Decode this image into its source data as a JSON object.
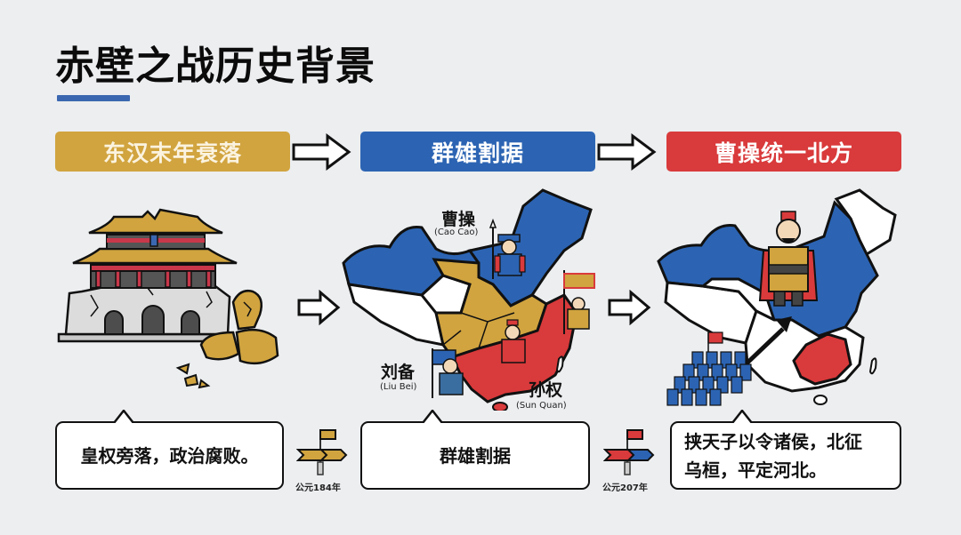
{
  "title": "赤壁之战历史背景",
  "colors": {
    "background": "#eceef0",
    "accent_underline": "#3b67b0",
    "gold": "#d1a43f",
    "blue": "#2c64b3",
    "red": "#d93a3b",
    "outline": "#111111"
  },
  "stages": [
    {
      "header": "东汉末年衰落",
      "color": "#d1a43f",
      "illustration": "crumbling-palace-and-broken-seal",
      "description": "皇权旁落，政治腐败。"
    },
    {
      "header": "群雄割据",
      "color": "#2c64b3",
      "illustration": "divided-china-map",
      "description": "群雄割据",
      "figures": [
        {
          "name_cn": "曹操",
          "name_en": "(Cao Cao)",
          "color": "#2c64b3"
        },
        {
          "name_cn": "刘备",
          "name_en": "(Liu Bei)",
          "color": "#2c64b3"
        },
        {
          "name_cn": "孙权",
          "name_en": "(Sun Quan)",
          "color": "#d93a3b"
        }
      ]
    },
    {
      "header": "曹操统一北方",
      "color": "#d93a3b",
      "illustration": "unified-north-map-with-army",
      "description_lines": [
        "挟天子以令诸侯，北征",
        "乌桓，平定河北。"
      ]
    }
  ],
  "milestones": [
    {
      "label": "公元184年",
      "flag_color": "#d1a43f",
      "sign_color": "#d1a43f"
    },
    {
      "label": "公元207年",
      "flag_color": "#d93a3b",
      "sign_colors": [
        "#d93a3b",
        "#2c64b3"
      ]
    }
  ],
  "icons": {
    "flow_arrow": "hollow-right-arrow",
    "milestone": "signpost-flag"
  }
}
